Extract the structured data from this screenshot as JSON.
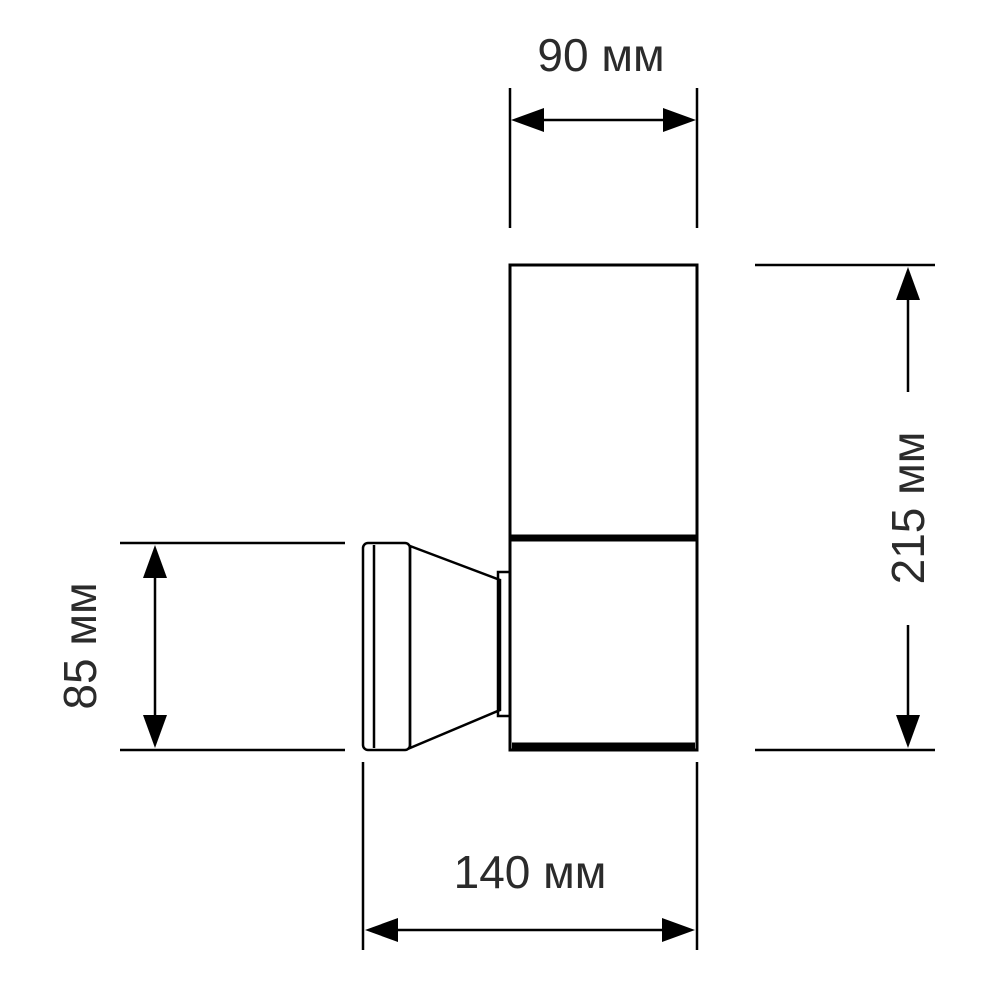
{
  "diagram": {
    "type": "technical-dimension-drawing",
    "background": "#ffffff",
    "line_color": "#000000",
    "text_color": "#2b2b2b",
    "unit": "мм",
    "labels": {
      "width_top": "90 мм",
      "height_right": "215 мм",
      "mount_height_left": "85 мм",
      "depth_bottom": "140 мм"
    },
    "values": {
      "width_mm": 90,
      "height_mm": 215,
      "mount_height_mm": 85,
      "depth_mm": 140
    }
  }
}
